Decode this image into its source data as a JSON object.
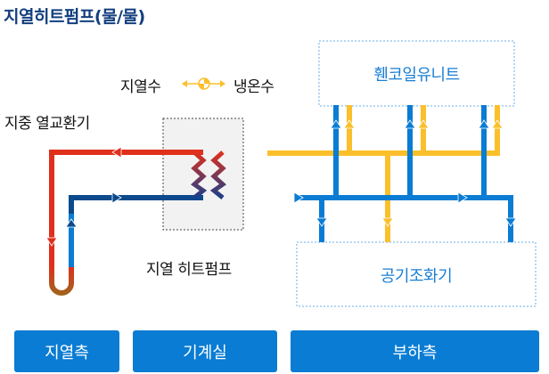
{
  "title": "지열히트펌프(물/물)",
  "legend": {
    "left": "지열수",
    "right": "냉온수",
    "icon": "flow-direction-icon"
  },
  "labels": {
    "ground_exchanger": "지중 열교환기",
    "heat_pump": "지열 히트펌프",
    "fan_coil": "휀코일유니트",
    "ahu": "공기조화기"
  },
  "buttons": [
    {
      "label": "지열측"
    },
    {
      "label": "기계실"
    },
    {
      "label": "부하측"
    }
  ],
  "colors": {
    "hot": "#e0301c",
    "cold": "#0b4a8c",
    "supply_blue": "#0a7cd4",
    "yellow": "#fbbf2b",
    "accent": "#0a7cd4"
  }
}
